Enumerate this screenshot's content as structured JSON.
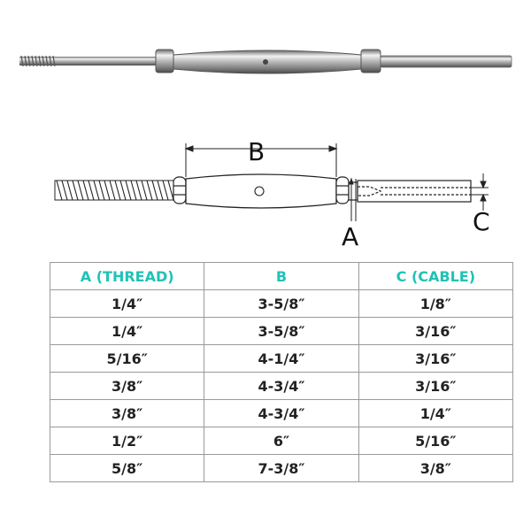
{
  "diagram_labels": {
    "b": "B",
    "a": "A",
    "c": "C"
  },
  "table": {
    "headers": [
      "A (THREAD)",
      "B",
      "C (CABLE)"
    ],
    "header_color": "#1ec3b6",
    "rows": [
      [
        "1/4″",
        "3-5/8″",
        "1/8″"
      ],
      [
        "1/4″",
        "3-5/8″",
        "3/16″"
      ],
      [
        "5/16″",
        "4-1/4″",
        "3/16″"
      ],
      [
        "3/8″",
        "4-3/4″",
        "3/16″"
      ],
      [
        "3/8″",
        "4-3/4″",
        "1/4″"
      ],
      [
        "1/2″",
        "6″",
        "5/16″"
      ],
      [
        "5/8″",
        "7-3/8″",
        "3/8″"
      ]
    ]
  }
}
